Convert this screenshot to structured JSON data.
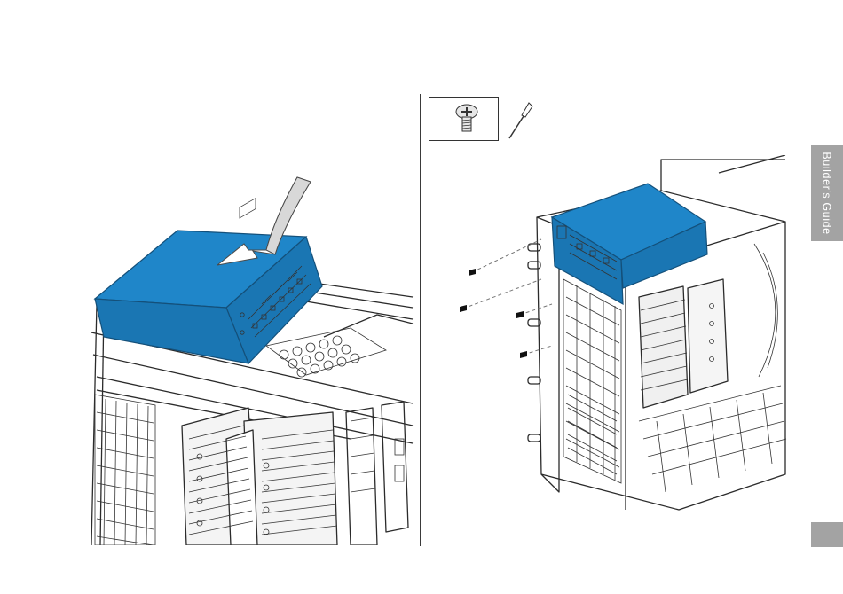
{
  "sidebar": {
    "section_label": "Builder's Guide"
  },
  "colors": {
    "psu_blue": "#1f86c9",
    "tab_gray": "#a3a3a3",
    "line": "#2b2b2b"
  },
  "icons": {
    "tool_box": [
      "screw-icon",
      "screwdriver-icon"
    ],
    "insert_arrow": "arrow-icon"
  },
  "panels": {
    "left": {
      "illustration": "psu-insertion"
    },
    "right": {
      "illustration": "psu-screw-fastening",
      "screw_count": 4
    }
  }
}
